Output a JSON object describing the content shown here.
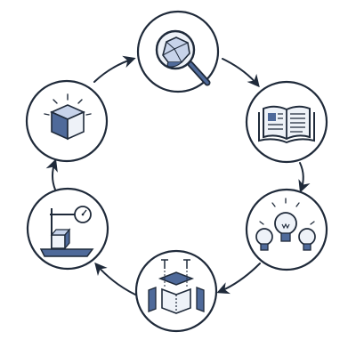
{
  "diagram": {
    "type": "cycle",
    "direction": "clockwise",
    "colors": {
      "background": "#ffffff",
      "stroke": "#1f2a3a",
      "accent": "#4f6a9a",
      "accent_light": "#c7d3ea",
      "light": "#eef2f8"
    },
    "nodes": [
      {
        "id": "analyze",
        "icon": "magnifier-mineral-icon"
      },
      {
        "id": "study",
        "icon": "open-book-icon"
      },
      {
        "id": "ideate",
        "icon": "light-bulbs-icon"
      },
      {
        "id": "assemble",
        "icon": "exploded-cube-assembly-icon"
      },
      {
        "id": "measure",
        "icon": "dial-gauge-block-icon"
      },
      {
        "id": "model",
        "icon": "glowing-cube-icon"
      }
    ]
  }
}
